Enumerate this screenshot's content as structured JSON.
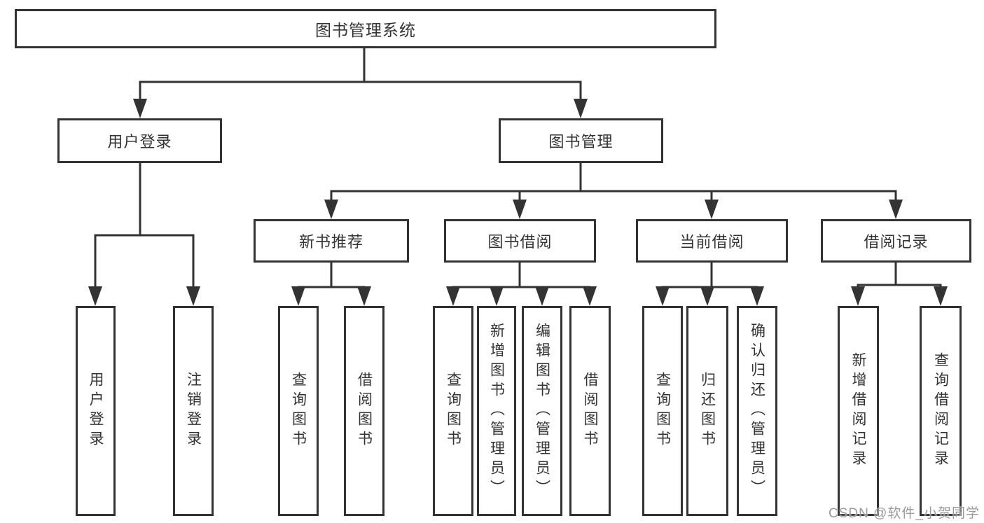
{
  "colors": {
    "line": "#333333",
    "text": "#333333",
    "background": "#ffffff",
    "watermark": "#9b9b9b"
  },
  "tree": {
    "root": "图书管理系统",
    "branches": [
      {
        "label": "用户登录",
        "children": [
          "用户登录",
          "注销登录"
        ]
      },
      {
        "label": "图书管理",
        "groups": [
          {
            "label": "新书推荐",
            "children": [
              "查询图书",
              "借阅图书"
            ]
          },
          {
            "label": "图书借阅",
            "children": [
              "查询图书",
              "新增图书（管理员）",
              "编辑图书（管理员）",
              "借阅图书"
            ]
          },
          {
            "label": "当前借阅",
            "children": [
              "查询图书",
              "归还图书",
              "确认归还（管理员）"
            ]
          },
          {
            "label": "借阅记录",
            "children": [
              "新增借阅记录",
              "查询借阅记录"
            ]
          }
        ]
      }
    ]
  },
  "watermark": {
    "text": "CSDN @软件_小贺同学"
  }
}
